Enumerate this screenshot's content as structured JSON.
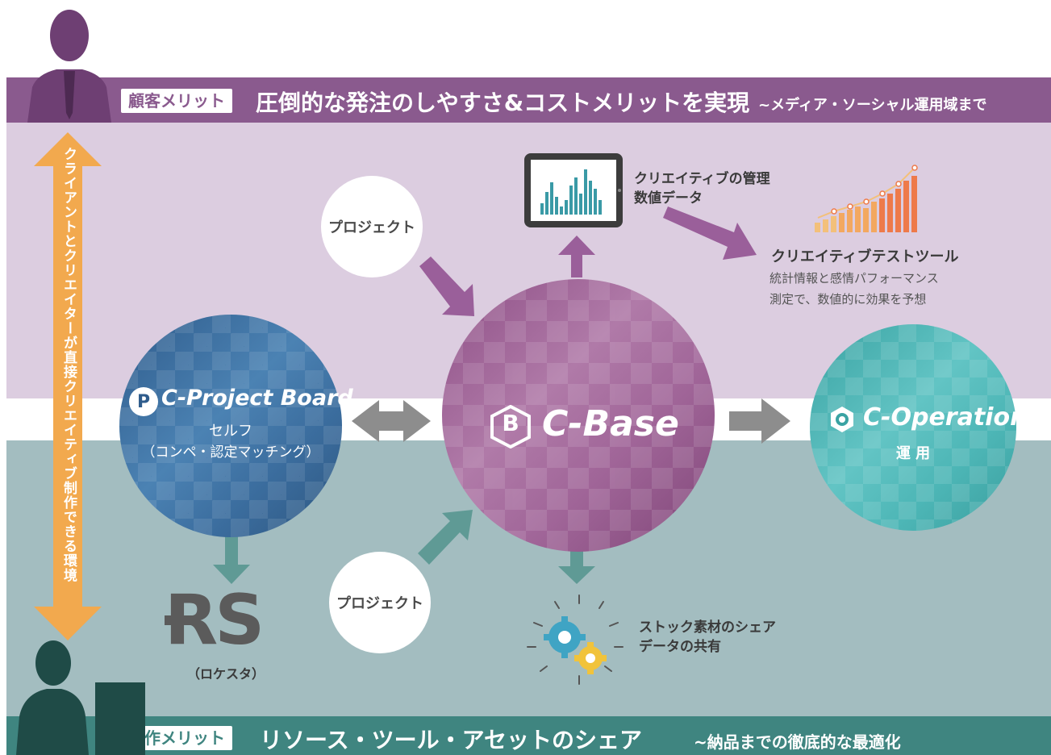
{
  "header": {
    "badge": "顧客メリット",
    "title": "圧倒的な発注のしやすさ&コストメリットを実現",
    "subtitle": "~メディア・ソーシャル運用域まで"
  },
  "footer": {
    "badge": "制作メリット",
    "title": "リソース・ツール・アセットのシェア",
    "subtitle": "~納品までの徹底的な最適化"
  },
  "side_arrow_text": "クライアントとクリエイターが直接クリエイティブ制作できる環境",
  "project_bubble_top": "プロジェクト",
  "project_bubble_bottom": "プロジェクト",
  "analytics": {
    "line1": "クリエイティブの管理",
    "line2": "数値データ"
  },
  "test_tool": {
    "title": "クリエイティブテストツール",
    "line1": "統計情報と感情パフォーマンス",
    "line2": "測定で、数値的に効果を予想"
  },
  "c_project_board": {
    "logo_letter": "P",
    "name": "C-Project Board",
    "line1": "セルフ",
    "line2": "（コンペ・認定マッチング）"
  },
  "c_base": {
    "logo_letter": "B",
    "name": "C-Base"
  },
  "c_operation": {
    "name": "C-Operation",
    "line1": "運 用"
  },
  "rs": {
    "logo": "RS",
    "label": "（ロケスタ）"
  },
  "stock": {
    "line1": "ストック素材のシェア",
    "line2": "データの共有"
  },
  "colors": {
    "purple_band": "#8a5a8e",
    "lilac_zone": "#dccde0",
    "teal_zone": "#a3bdc0",
    "teal_band": "#3f8580",
    "orange_arrow": "#f2a94e",
    "c_project_board": "#3f6e9e",
    "c_base": "#a76d9e",
    "c_operation": "#4db6b6"
  }
}
